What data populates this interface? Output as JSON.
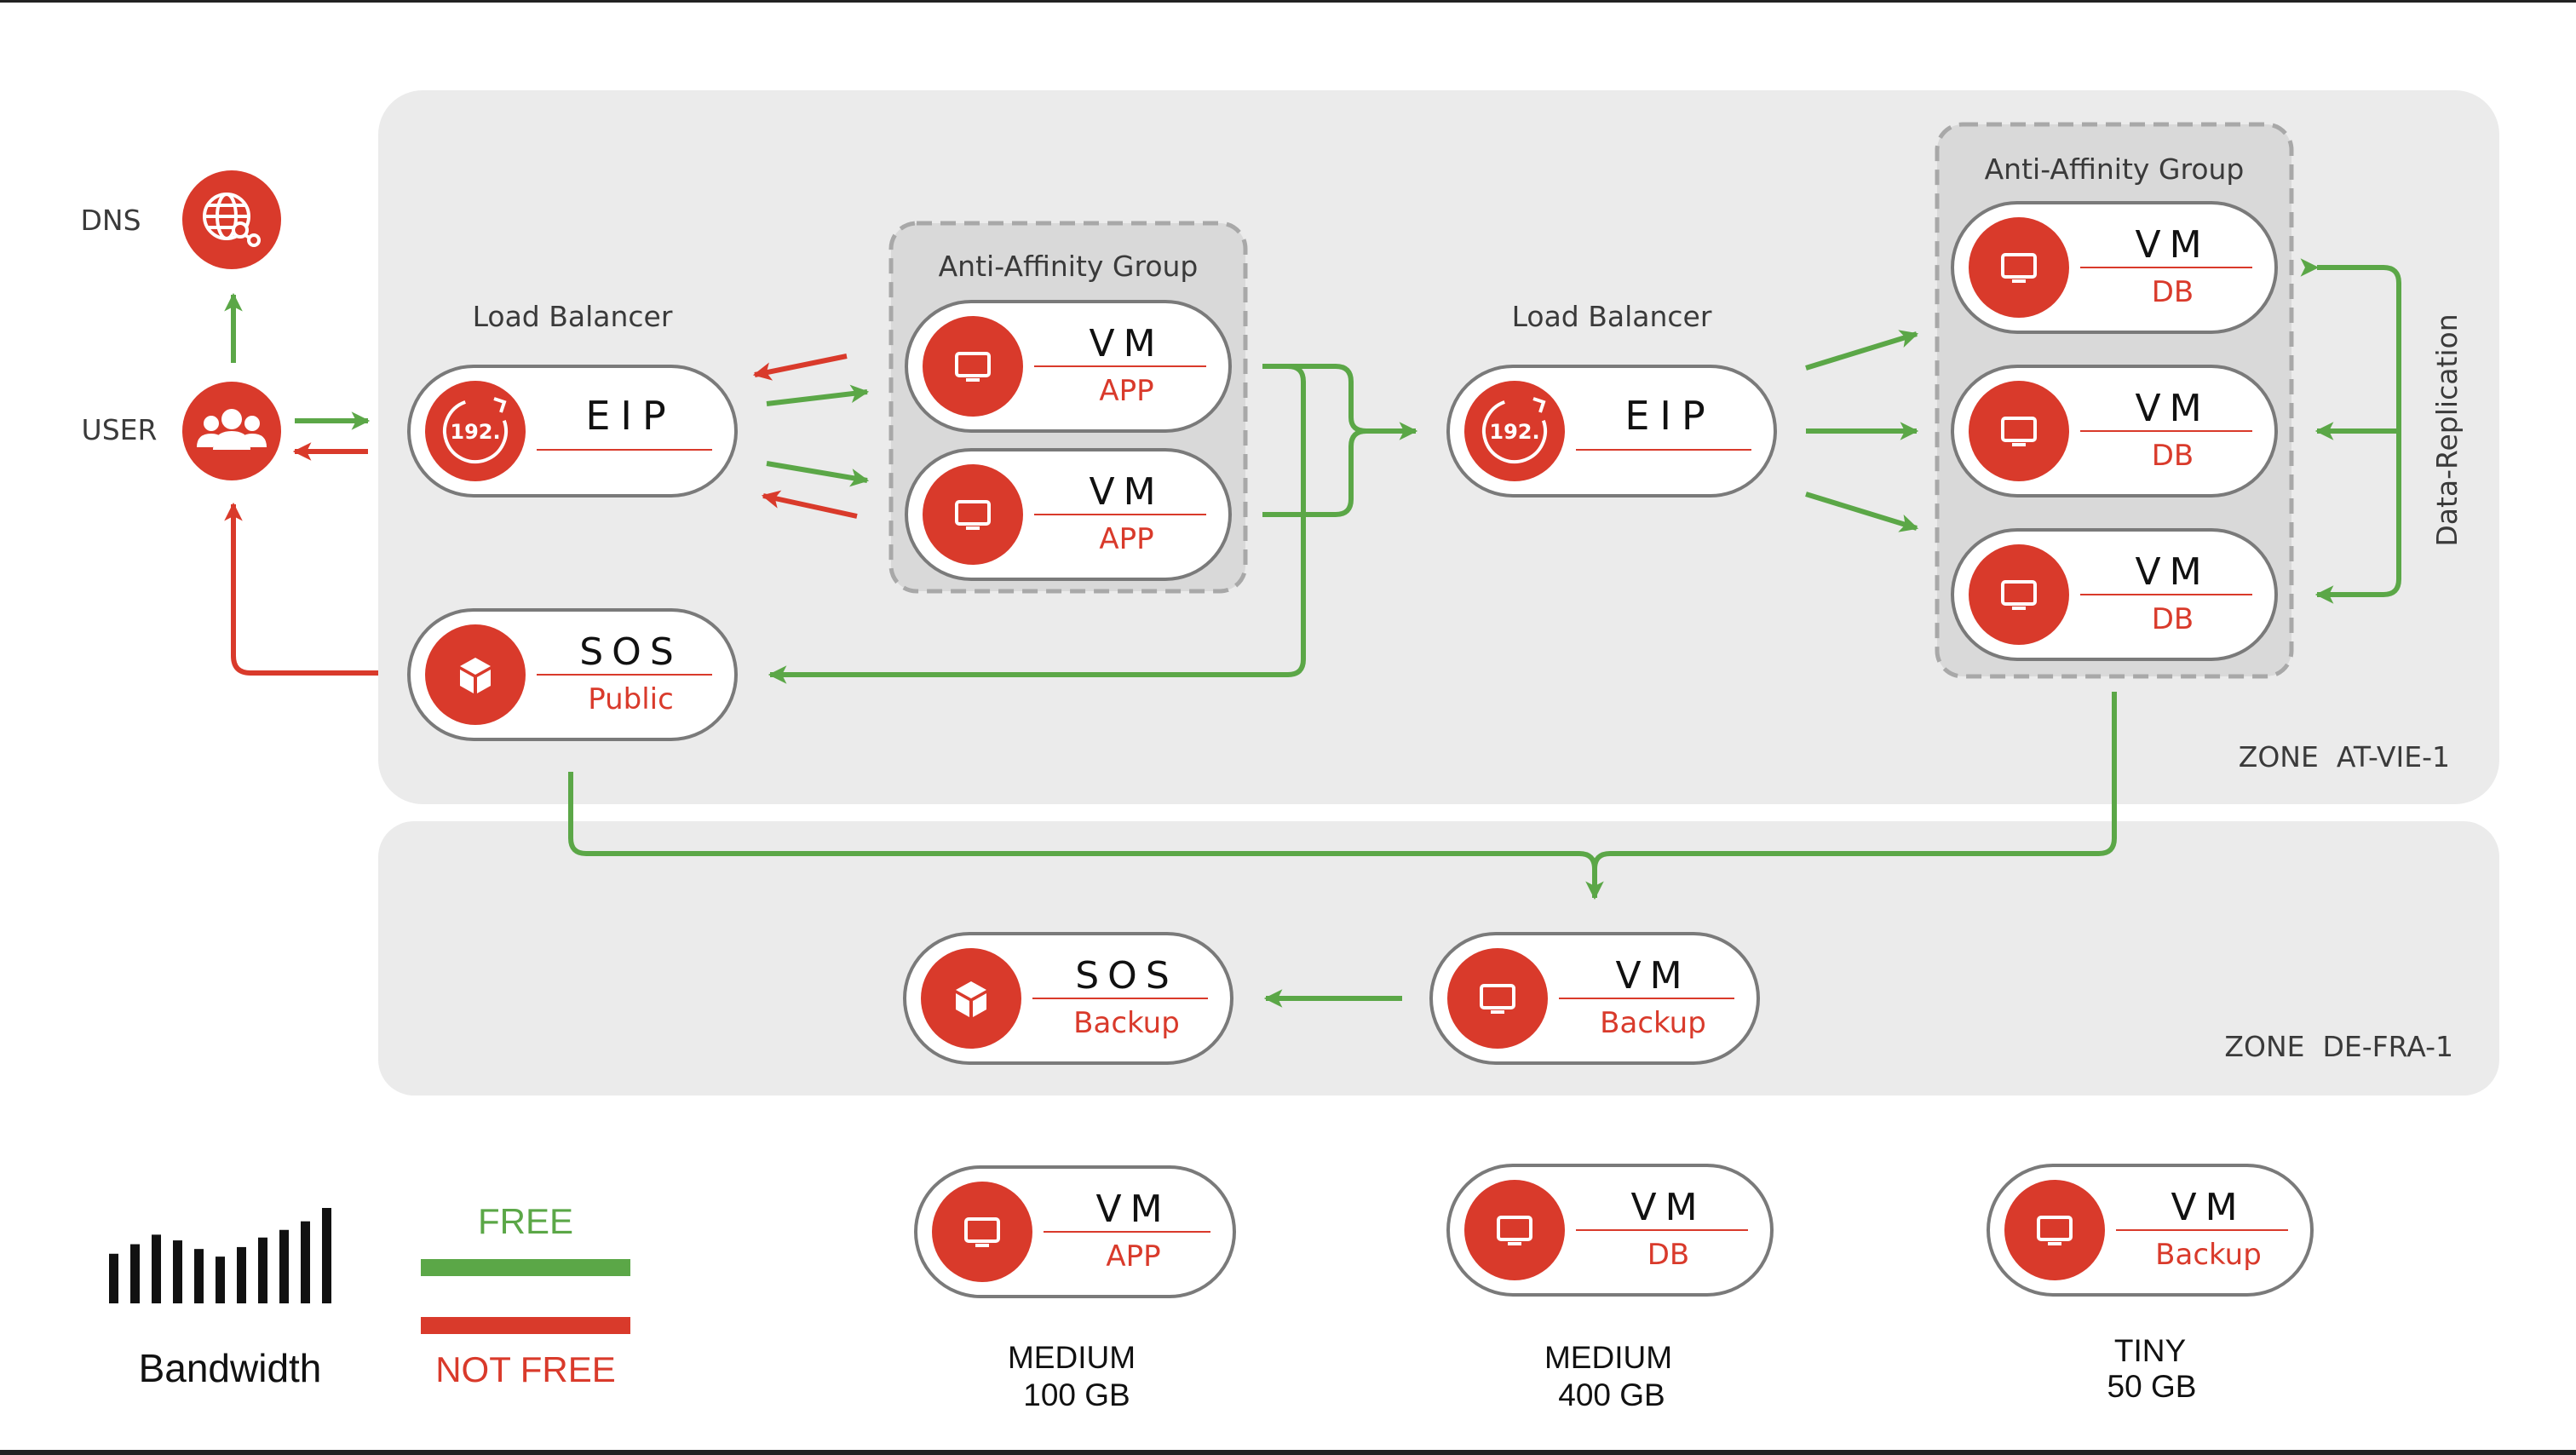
{
  "colors": {
    "red": "#d93a2b",
    "green": "#5ba747",
    "zone_bg": "#ebebeb",
    "group_bg": "#d9d9d9",
    "text": "#3a3a3a"
  },
  "left_labels": {
    "dns": "DNS",
    "user": "USER"
  },
  "zone_vie": {
    "name": "ZONE  AT-VIE-1",
    "lb1": {
      "label": "Load Balancer",
      "title": "EIP",
      "badge": "192."
    },
    "app_group": {
      "label": "Anti-Affinity Group",
      "vms": [
        {
          "title": "VM",
          "sub": "APP"
        },
        {
          "title": "VM",
          "sub": "APP"
        }
      ]
    },
    "lb2": {
      "label": "Load Balancer",
      "title": "EIP",
      "badge": "192."
    },
    "db_group": {
      "label": "Anti-Affinity Group",
      "vms": [
        {
          "title": "VM",
          "sub": "DB"
        },
        {
          "title": "VM",
          "sub": "DB"
        },
        {
          "title": "VM",
          "sub": "DB"
        }
      ]
    },
    "sos": {
      "title": "SOS",
      "sub": "Public"
    },
    "replication_label": "Data-Replication"
  },
  "zone_fra": {
    "name": "ZONE  DE-FRA-1",
    "sos": {
      "title": "SOS",
      "sub": "Backup"
    },
    "vm": {
      "title": "VM",
      "sub": "Backup"
    }
  },
  "legend": {
    "bandwidth_label": "Bandwidth",
    "bandwidth_bars": [
      0.52,
      0.62,
      0.72,
      0.66,
      0.57,
      0.49,
      0.59,
      0.69,
      0.77,
      0.86,
      1.0
    ],
    "free_label": "FREE",
    "not_free_label": "NOT FREE"
  },
  "sizes": [
    {
      "title": "VM",
      "sub": "APP",
      "line1": "MEDIUM",
      "line2": "100 GB"
    },
    {
      "title": "VM",
      "sub": "DB",
      "line1": "MEDIUM",
      "line2": "400 GB"
    },
    {
      "title": "VM",
      "sub": "Backup",
      "line1": "TINY",
      "line2": "50 GB"
    }
  ]
}
